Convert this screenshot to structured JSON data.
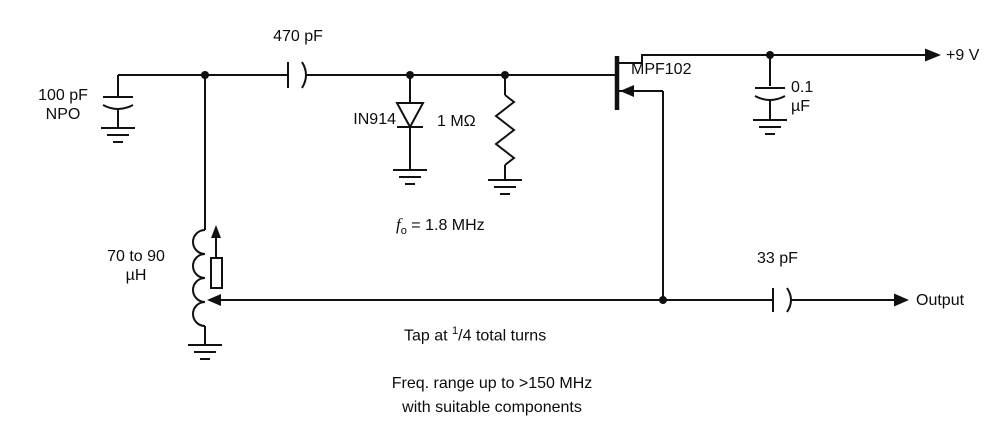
{
  "schematic": {
    "components": {
      "input_capacitor": {
        "value": "100 pF",
        "dielectric": "NPO"
      },
      "coupling_capacitor": {
        "value": "470 pF"
      },
      "diode": {
        "part": "IN914"
      },
      "gate_resistor": {
        "value": "1 MΩ"
      },
      "transistor": {
        "part": "MPF102"
      },
      "bypass_capacitor": {
        "value": "0.1",
        "unit": "µF"
      },
      "inductor": {
        "range": "70 to 90",
        "unit": "µH"
      },
      "output_capacitor": {
        "value": "33 pF"
      }
    },
    "labels": {
      "supply": "+9 V",
      "output": "Output",
      "frequency": {
        "symbol": "f",
        "subscript": "o",
        "equation": " = 1.8 MHz"
      },
      "tap": {
        "prefix": "Tap at ",
        "numerator": "1",
        "rest": "/4 total turns"
      }
    },
    "title_note": {
      "line1": "Freq. range up to >150 MHz",
      "line2": "with suitable components"
    },
    "colors": {
      "wire": "#111111",
      "background": "#ffffff"
    }
  }
}
